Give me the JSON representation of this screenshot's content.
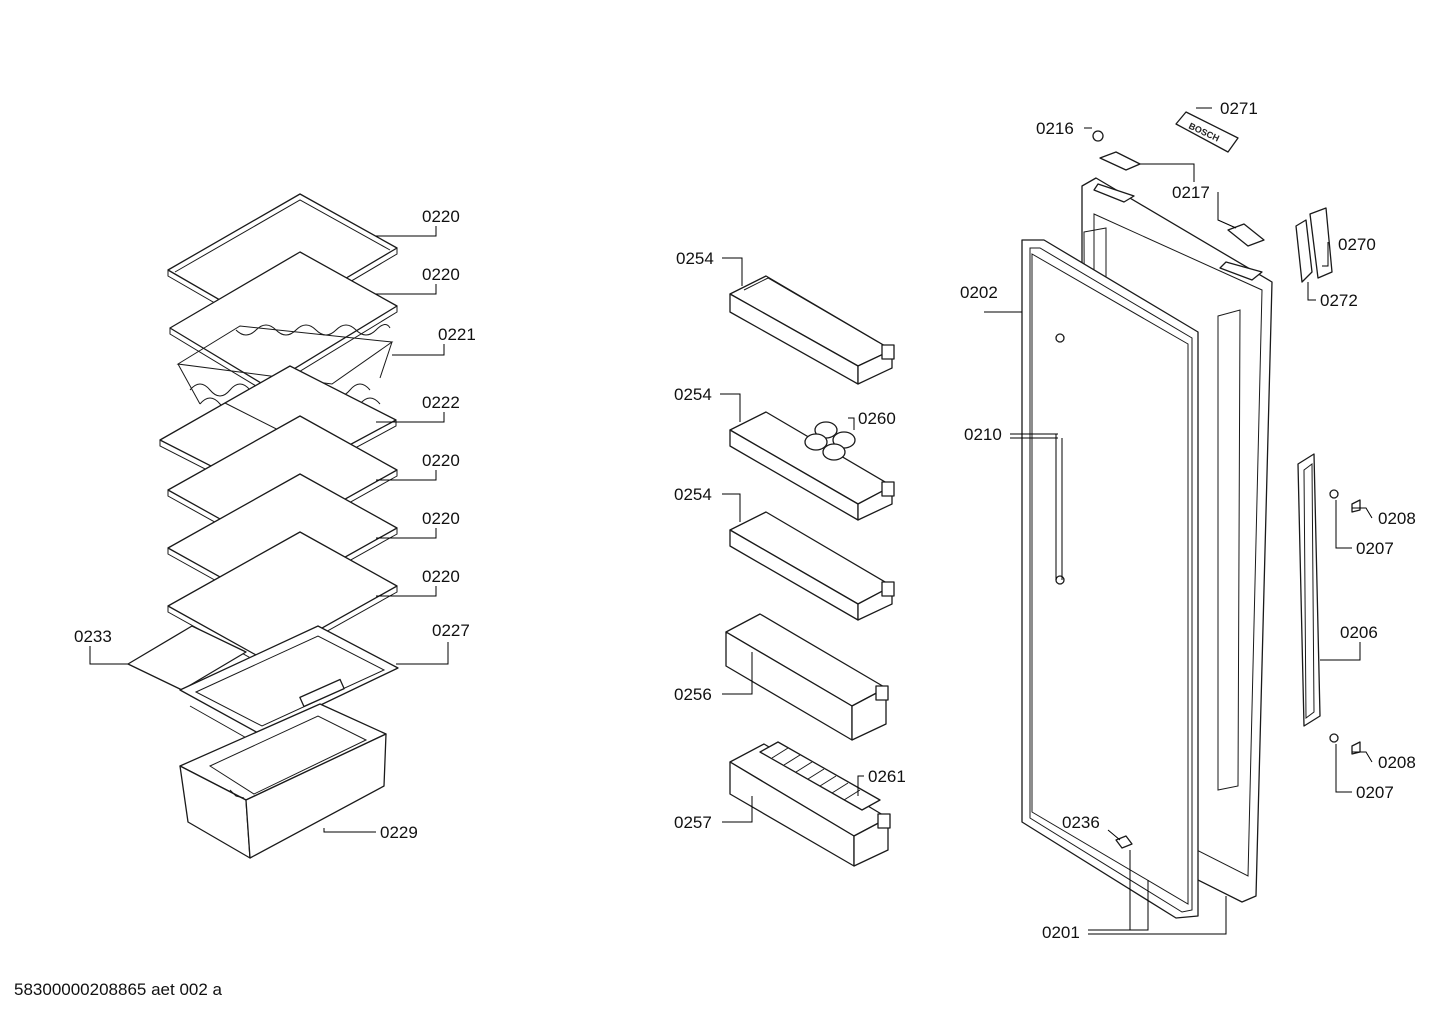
{
  "labels": {
    "shelf_1": "0220",
    "shelf_2": "0220",
    "bottle_rack": "0221",
    "shelf_split": "0222",
    "shelf_3": "0220",
    "shelf_4": "0220",
    "shelf_5": "0220",
    "crisper_cover_glass": "0233",
    "crisper_cover": "0227",
    "crisper_drawer": "0229",
    "door_shelf_1": "0254",
    "door_shelf_2": "0254",
    "egg_tray": "0260",
    "door_shelf_3": "0254",
    "door_shelf_4": "0256",
    "door_shelf_5": "0257",
    "bottle_holder": "0261",
    "hinge_cap": "0216",
    "logo_badge": "0271",
    "top_cover": "0217",
    "side_cover_a": "0270",
    "side_cover_b": "0272",
    "door_gasket": "0202",
    "door_strip": "0210",
    "screw_1": "0208",
    "bracket_1": "0207",
    "door_rail": "0206",
    "screw_2": "0208",
    "bracket_2": "0207",
    "bottom_clip": "0236",
    "door_assembly": "0201"
  },
  "logo_text": "BOSCH",
  "document_id": "58300000208865 aet 002 a"
}
